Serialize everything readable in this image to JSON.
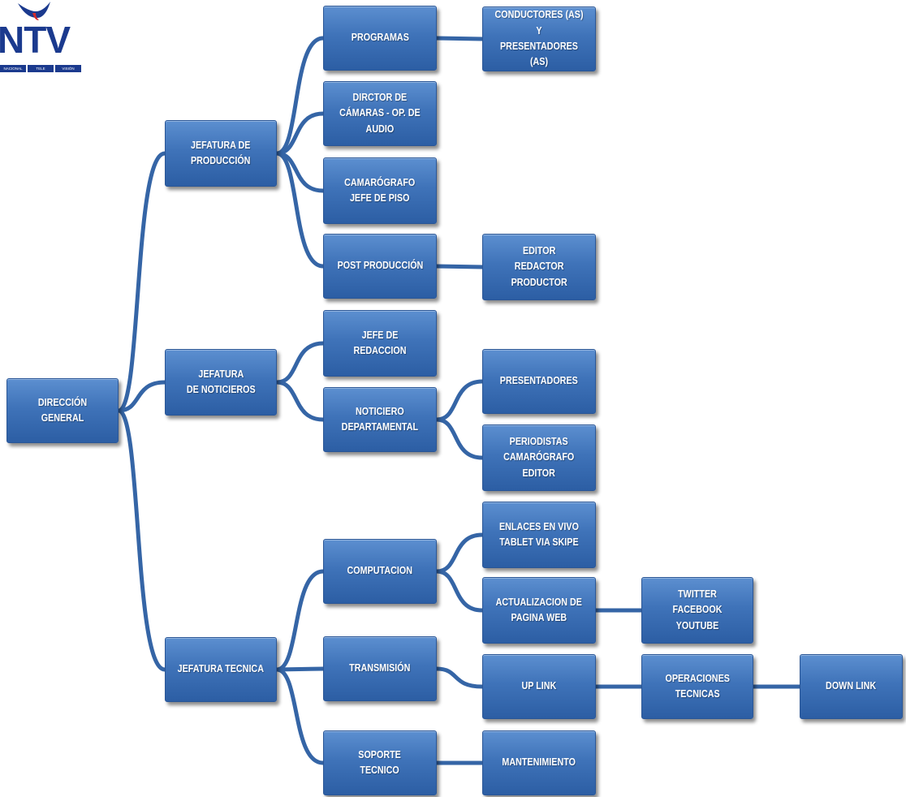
{
  "logo": {
    "text": "NTV",
    "bar_words": [
      "NACIONAL",
      "TELE",
      "VISIÓN"
    ]
  },
  "org_chart": {
    "root": "DIRECCIÓN GENERAL",
    "nodes": {
      "direccion": "DIRECCIÓN GENERAL",
      "jef_prod": "JEFATURA DE\nPRODUCCIÓN",
      "jef_not": "JEFATURA\nDE NOTICIEROS",
      "jef_tec": "JEFATURA TECNICA",
      "programas": "PROGRAMAS",
      "conductores": "CONDUCTORES (AS) Y\nPRESENTADORES (AS)",
      "director": "DIRCTOR DE\nCÁMARAS - OP. DE\nAUDIO",
      "camarografo": "CAMARÓGRAFO\nJEFE DE PISO",
      "post": "POST PRODUCCIÓN",
      "editor": "EDITOR\nREDACTOR\nPRODUCTOR",
      "jefe_red": "JEFE DE REDACCION",
      "noticiero": "NOTICIERO\nDEPARTAMENTAL",
      "presentadores": "PRESENTADORES",
      "periodistas": "PERIODISTAS\nCAMARÓGRAFO\nEDITOR",
      "computacion": "COMPUTACION",
      "enlaces": "ENLACES EN VIVO\nTABLET VIA SKIPE",
      "actualizacion": "ACTUALIZACION DE\nPAGINA WEB",
      "twitter": "TWITTER FACEBOOK\nYOUTUBE",
      "transmision": "TRANSMISIÓN",
      "uplink": "UP LINK",
      "operaciones": "OPERACIONES\nTECNICAS",
      "downlink": "DOWN LINK",
      "soporte": "SOPORTE\nTECNICO",
      "mantenimiento": "MANTENIMIENTO"
    },
    "edges": [
      [
        "direccion",
        "jef_prod"
      ],
      [
        "direccion",
        "jef_not"
      ],
      [
        "direccion",
        "jef_tec"
      ],
      [
        "jef_prod",
        "programas"
      ],
      [
        "jef_prod",
        "director"
      ],
      [
        "jef_prod",
        "camarografo"
      ],
      [
        "jef_prod",
        "post"
      ],
      [
        "programas",
        "conductores"
      ],
      [
        "post",
        "editor"
      ],
      [
        "jef_not",
        "jefe_red"
      ],
      [
        "jef_not",
        "noticiero"
      ],
      [
        "noticiero",
        "presentadores"
      ],
      [
        "noticiero",
        "periodistas"
      ],
      [
        "jef_tec",
        "computacion"
      ],
      [
        "jef_tec",
        "transmision"
      ],
      [
        "jef_tec",
        "soporte"
      ],
      [
        "computacion",
        "enlaces"
      ],
      [
        "computacion",
        "actualizacion"
      ],
      [
        "actualizacion",
        "twitter"
      ],
      [
        "transmision",
        "uplink"
      ],
      [
        "uplink",
        "operaciones"
      ],
      [
        "operaciones",
        "downlink"
      ],
      [
        "soporte",
        "mantenimiento"
      ]
    ],
    "colors": {
      "box": "#3f73b9",
      "connector": "#3565a6",
      "text": "#ffffff"
    }
  }
}
